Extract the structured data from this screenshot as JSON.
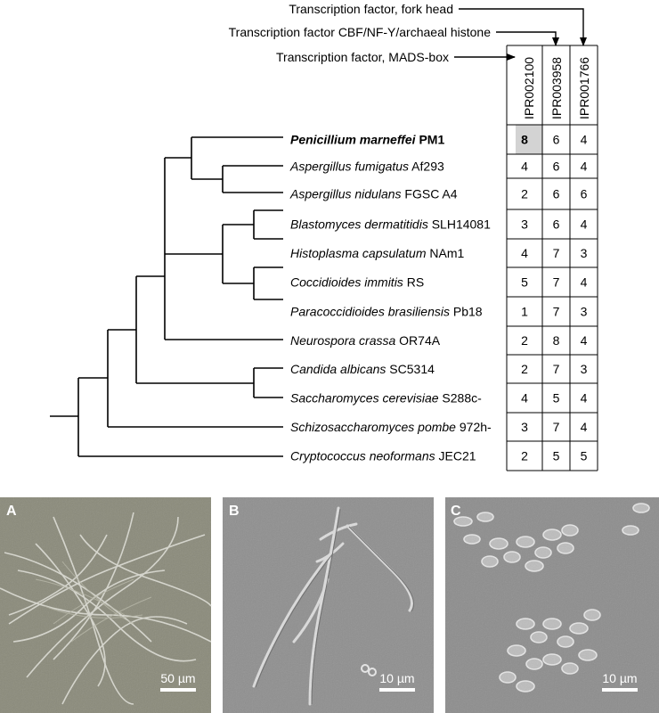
{
  "factors": [
    {
      "label": "Transcription factor, fork head",
      "ipr": "IPR001766"
    },
    {
      "label": "Transcription factor CBF/NF-Y/archaeal histone",
      "ipr": "IPR003958"
    },
    {
      "label": "Transcription factor, MADS-box",
      "ipr": "IPR002100"
    }
  ],
  "columns": [
    "IPR002100",
    "IPR003958",
    "IPR001766"
  ],
  "species": [
    {
      "italic": "Penicillium marneffei",
      "strain": "PM1",
      "bold": true,
      "counts": [
        "8",
        "6",
        "4"
      ],
      "highlight": true
    },
    {
      "italic": "Aspergillus fumigatus",
      "strain": "Af293",
      "counts": [
        "4",
        "6",
        "4"
      ]
    },
    {
      "italic": "Aspergillus nidulans",
      "strain": "FGSC A4",
      "counts": [
        "2",
        "6",
        "6"
      ]
    },
    {
      "italic": "Blastomyces dermatitidis",
      "strain": "SLH14081",
      "counts": [
        "3",
        "6",
        "4"
      ]
    },
    {
      "italic": "Histoplasma capsulatum",
      "strain": "NAm1",
      "counts": [
        "4",
        "7",
        "3"
      ]
    },
    {
      "italic": "Coccidioides immitis",
      "strain": "RS",
      "counts": [
        "5",
        "7",
        "4"
      ]
    },
    {
      "italic": "Paracoccidioides brasiliensis",
      "strain": "Pb18",
      "counts": [
        "1",
        "7",
        "3"
      ]
    },
    {
      "italic": "Neurospora crassa",
      "strain": "OR74A",
      "counts": [
        "2",
        "8",
        "4"
      ]
    },
    {
      "italic": "Candida albicans",
      "strain": "SC5314",
      "counts": [
        "2",
        "7",
        "3"
      ]
    },
    {
      "italic": "Saccharomyces cerevisiae",
      "strain": "S288c-",
      "counts": [
        "4",
        "5",
        "4"
      ]
    },
    {
      "italic": "Schizosaccharomyces pombe",
      "strain": "972h-",
      "counts": [
        "3",
        "7",
        "4"
      ]
    },
    {
      "italic": "Cryptococcus neoformans",
      "strain": "JEC21",
      "counts": [
        "2",
        "5",
        "5"
      ]
    }
  ],
  "panels": [
    {
      "letter": "A",
      "scale": "50 µm"
    },
    {
      "letter": "B",
      "scale": "10 µm"
    },
    {
      "letter": "C",
      "scale": "10 µm"
    }
  ],
  "colors": {
    "highlight": "#d3d3d3",
    "panelA": "#8a8a7a",
    "panelB": "#8f8f8f",
    "panelC": "#8d8d8d"
  }
}
